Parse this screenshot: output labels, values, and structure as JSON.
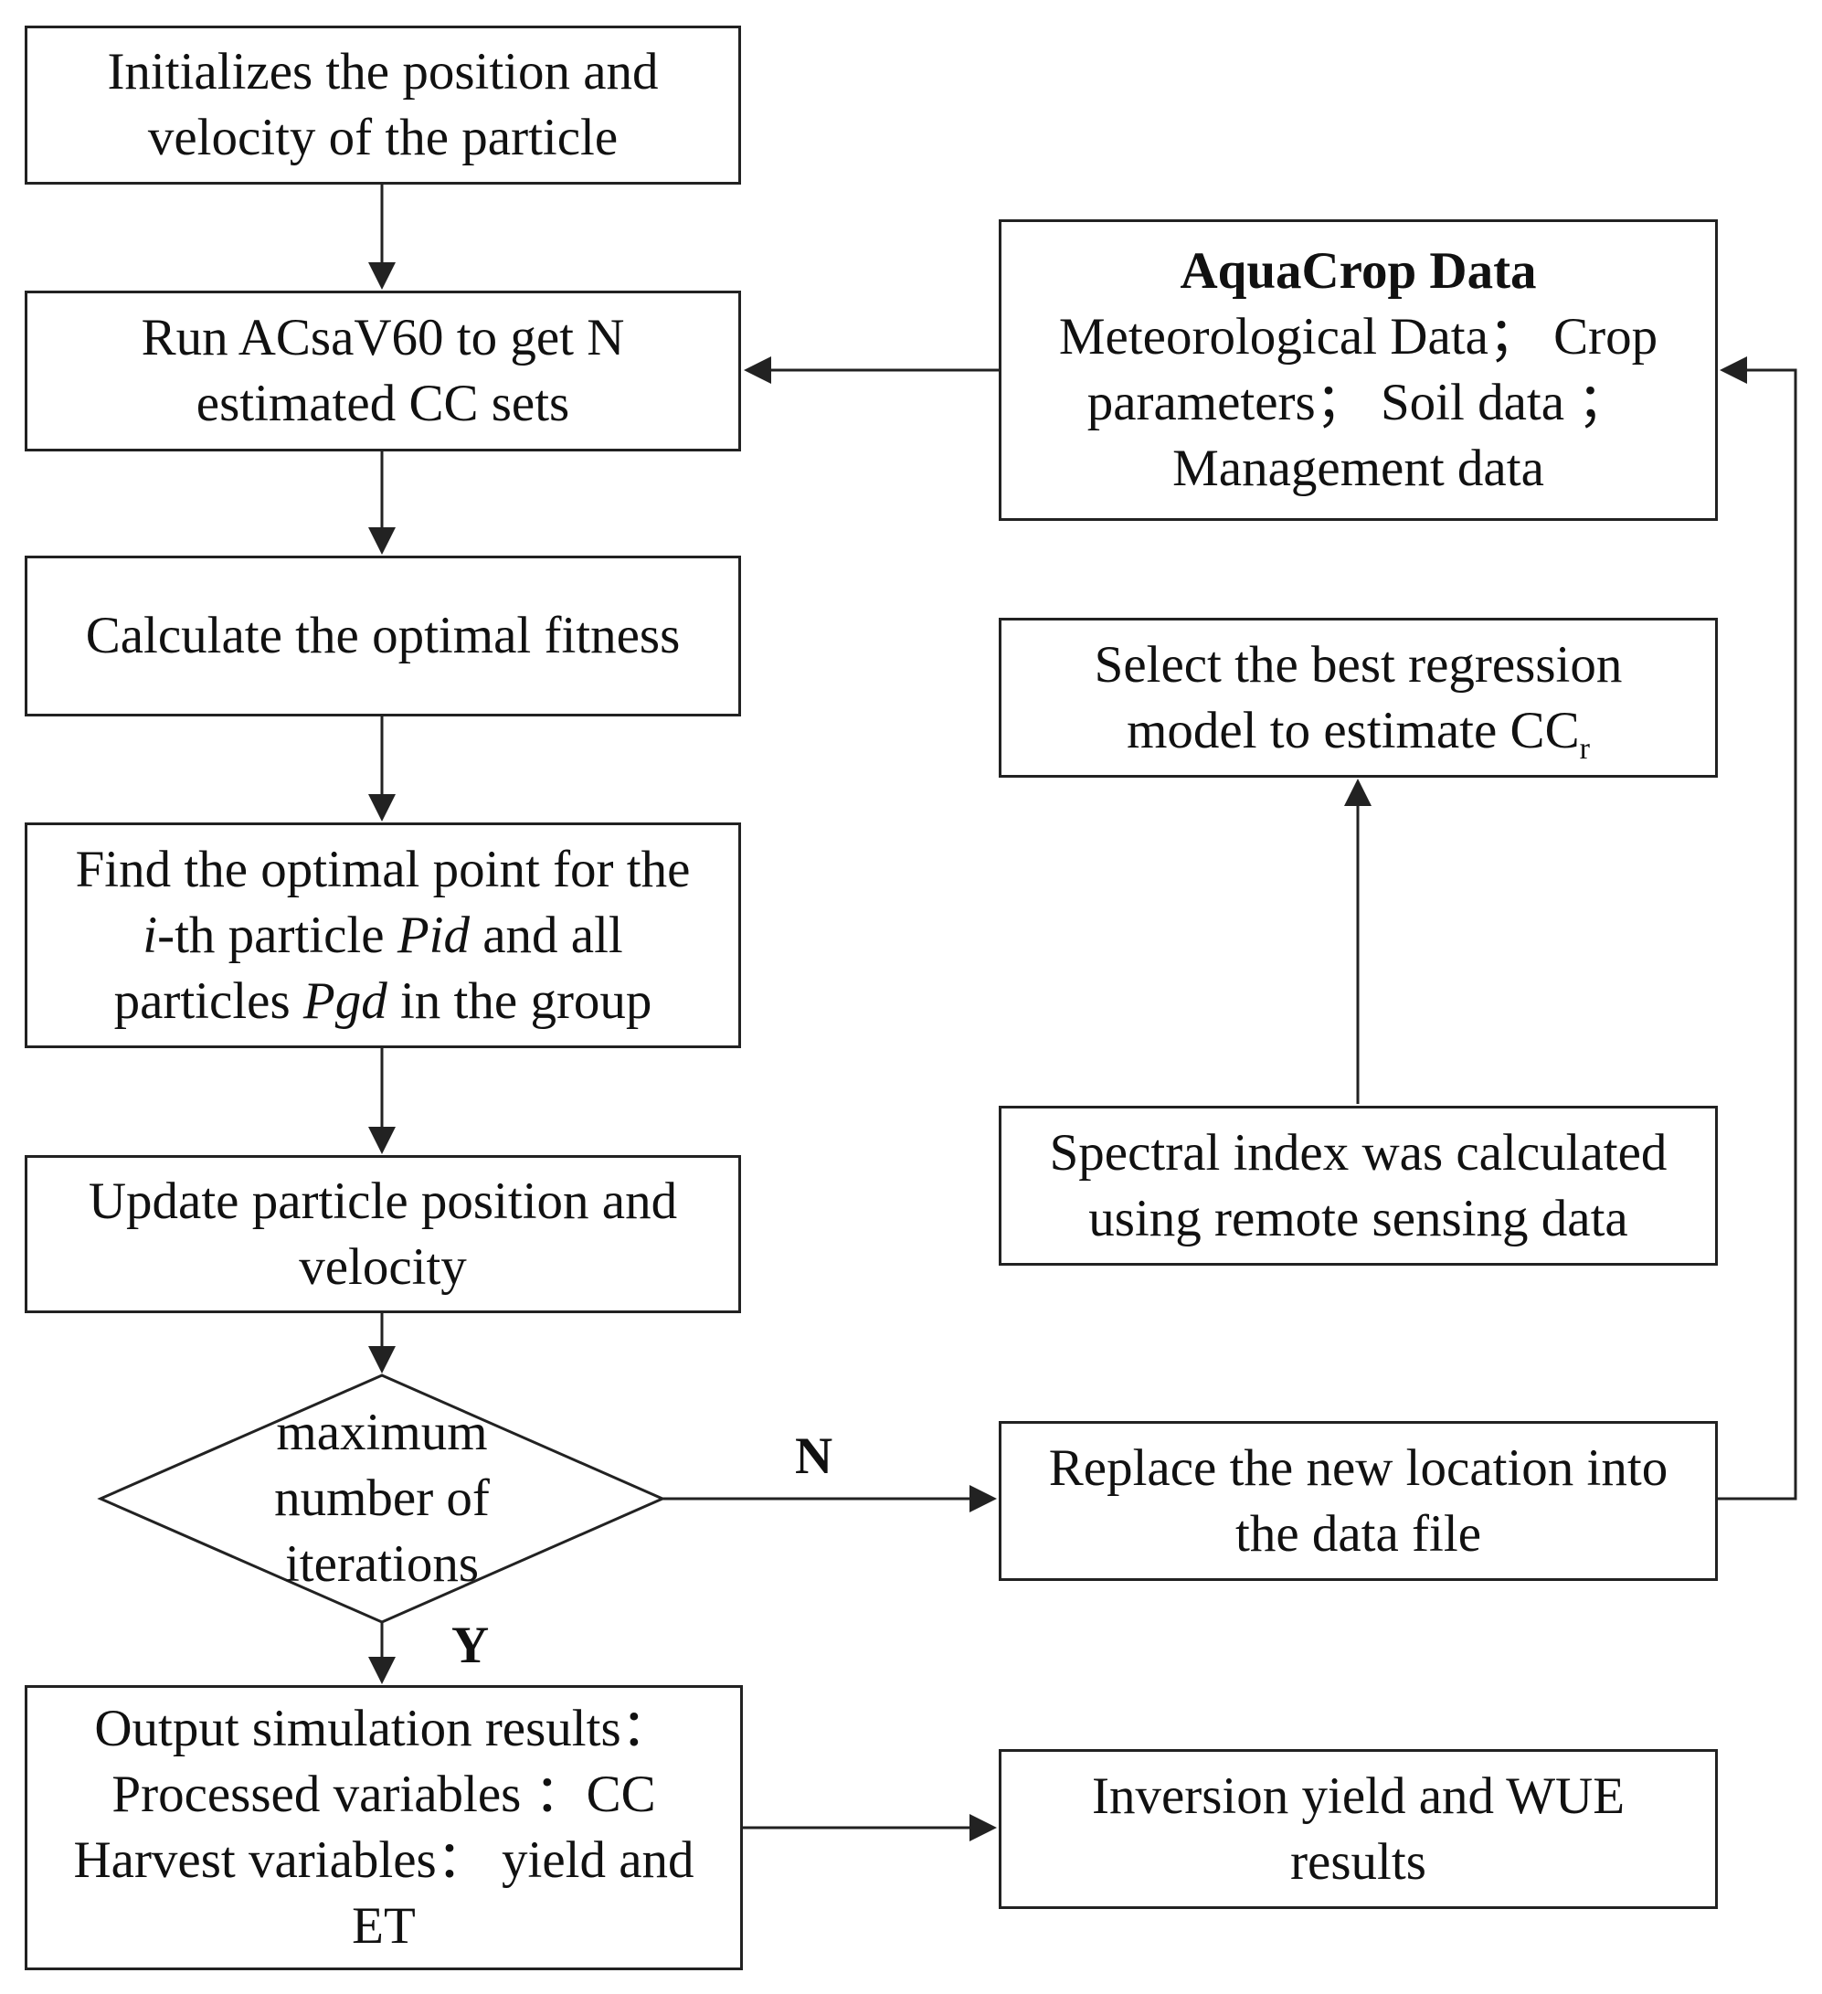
{
  "nodes": {
    "init": {
      "lines": [
        "Initializes the position and",
        "velocity of the particle"
      ]
    },
    "run": {
      "lines": [
        "Run ACsaV60 to get N",
        "estimated CC sets"
      ]
    },
    "fitness": {
      "lines": [
        "Calculate the optimal fitness"
      ]
    },
    "find": {
      "line1": "Find the optimal point for the",
      "line2": {
        "a": "i",
        "b": "-th particle ",
        "c": "Pid",
        "d": " and all"
      },
      "line3": {
        "a": "particles ",
        "b": "Pgd",
        "c": " in the group"
      }
    },
    "update": {
      "lines": [
        "Update particle position and",
        "velocity"
      ]
    },
    "decision": {
      "lines": [
        "maximum",
        "number of",
        "iterations"
      ]
    },
    "output": {
      "lines": [
        "Output simulation results：",
        "Processed variables ：CC",
        "Harvest variables： yield and",
        "ET"
      ]
    },
    "aquacrop": {
      "title": "AquaCrop Data",
      "lines": [
        "Meteorological Data； Crop",
        "parameters； Soil data ；",
        "Management data"
      ]
    },
    "regression": {
      "line1": "Select the best regression",
      "line2": "model to estimate CC",
      "sub": "r"
    },
    "spectral": {
      "lines": [
        "Spectral index was calculated",
        "using remote sensing data"
      ]
    },
    "replace": {
      "lines": [
        "Replace the new location into",
        "the data file"
      ]
    },
    "inversion": {
      "lines": [
        "Inversion yield and WUE",
        "results"
      ]
    }
  },
  "edge_labels": {
    "no": "N",
    "yes": "Y"
  }
}
